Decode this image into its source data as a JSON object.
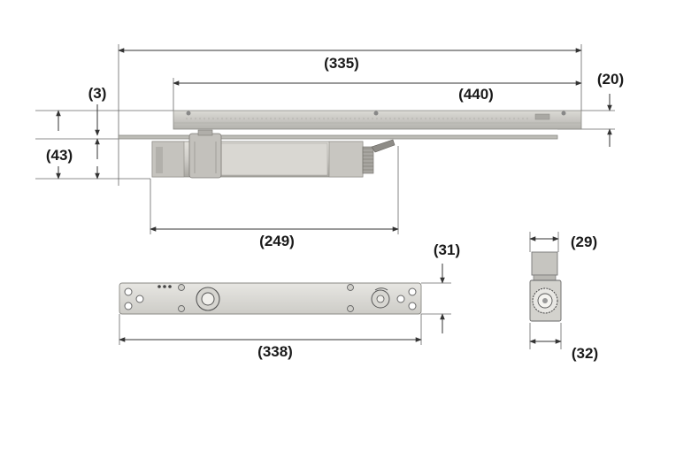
{
  "dimensions": {
    "d335": "(335)",
    "d440": "(440)",
    "d20": "(20)",
    "d3": "(3)",
    "d43": "(43)",
    "d249": "(249)",
    "d31": "(31)",
    "d29": "(29)",
    "d338": "(338)",
    "d32": "(32)"
  },
  "colors": {
    "rail": "#c9c8c3",
    "rail_edge": "#8a8984",
    "body": "#d2d0cb",
    "body_dark": "#9a9893",
    "line": "#333333"
  }
}
